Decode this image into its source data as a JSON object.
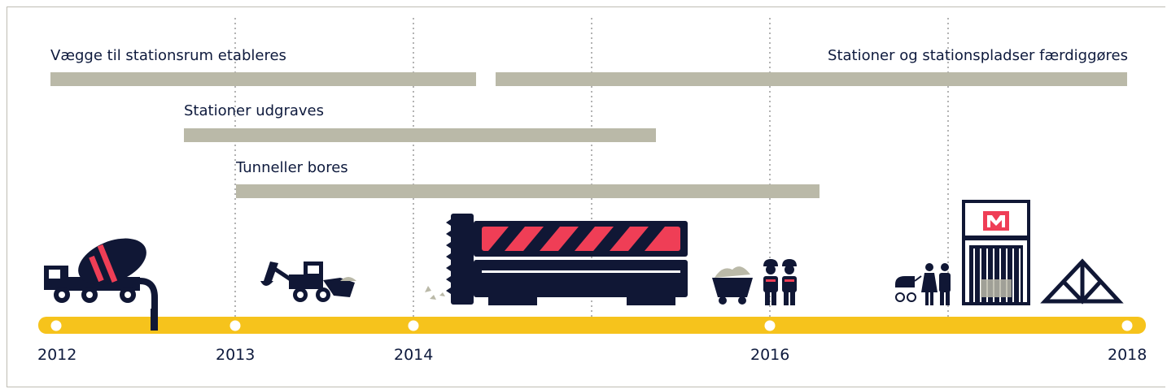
{
  "timeline": {
    "years": [
      "2012",
      "2013",
      "2014",
      "2016",
      "2018"
    ],
    "colors": {
      "text": "#0e1a3d",
      "bar": "#bab9a8",
      "axis": "#f6c31c",
      "icon": "#101735",
      "accent": "#ef3e56",
      "gridline": "#b3b3b3"
    }
  },
  "tasks": [
    {
      "label": "Vægge til stationsrum etableres"
    },
    {
      "label": "Stationer og stationspladser færdiggøres"
    },
    {
      "label": "Stationer udgraves"
    },
    {
      "label": "Tunneller bores"
    }
  ],
  "icons": [
    "cement-mixer-truck-icon",
    "excavator-icon",
    "tunnel-boring-machine-icon",
    "mine-cart-icon",
    "construction-workers-icon",
    "family-with-stroller-icon",
    "metro-station-icon",
    "roof-frame-icon"
  ]
}
